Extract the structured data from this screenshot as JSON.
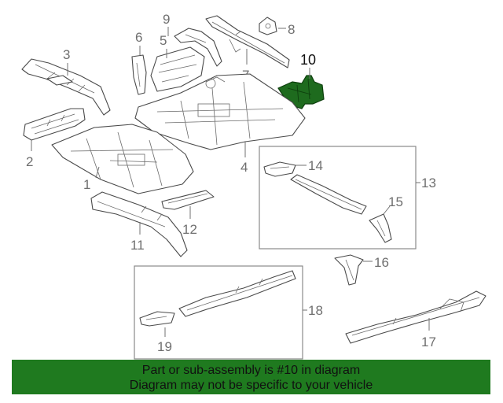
{
  "diagram": {
    "highlighted_part": "10",
    "callouts": {
      "p1": "1",
      "p2": "2",
      "p3": "3",
      "p4": "4",
      "p5": "5",
      "p6": "6",
      "p7": "7",
      "p8": "8",
      "p9": "9",
      "p10": "10",
      "p11": "11",
      "p12": "12",
      "p13": "13",
      "p14": "14",
      "p15": "15",
      "p16": "16",
      "p17": "17",
      "p18": "18",
      "p19": "19"
    },
    "colors": {
      "highlight": "#1e6b1e",
      "banner": "#1f7a1f"
    }
  },
  "footer": {
    "line1": "Part or sub-assembly is #10 in diagram",
    "line2": "Diagram may not be specific to your vehicle"
  }
}
